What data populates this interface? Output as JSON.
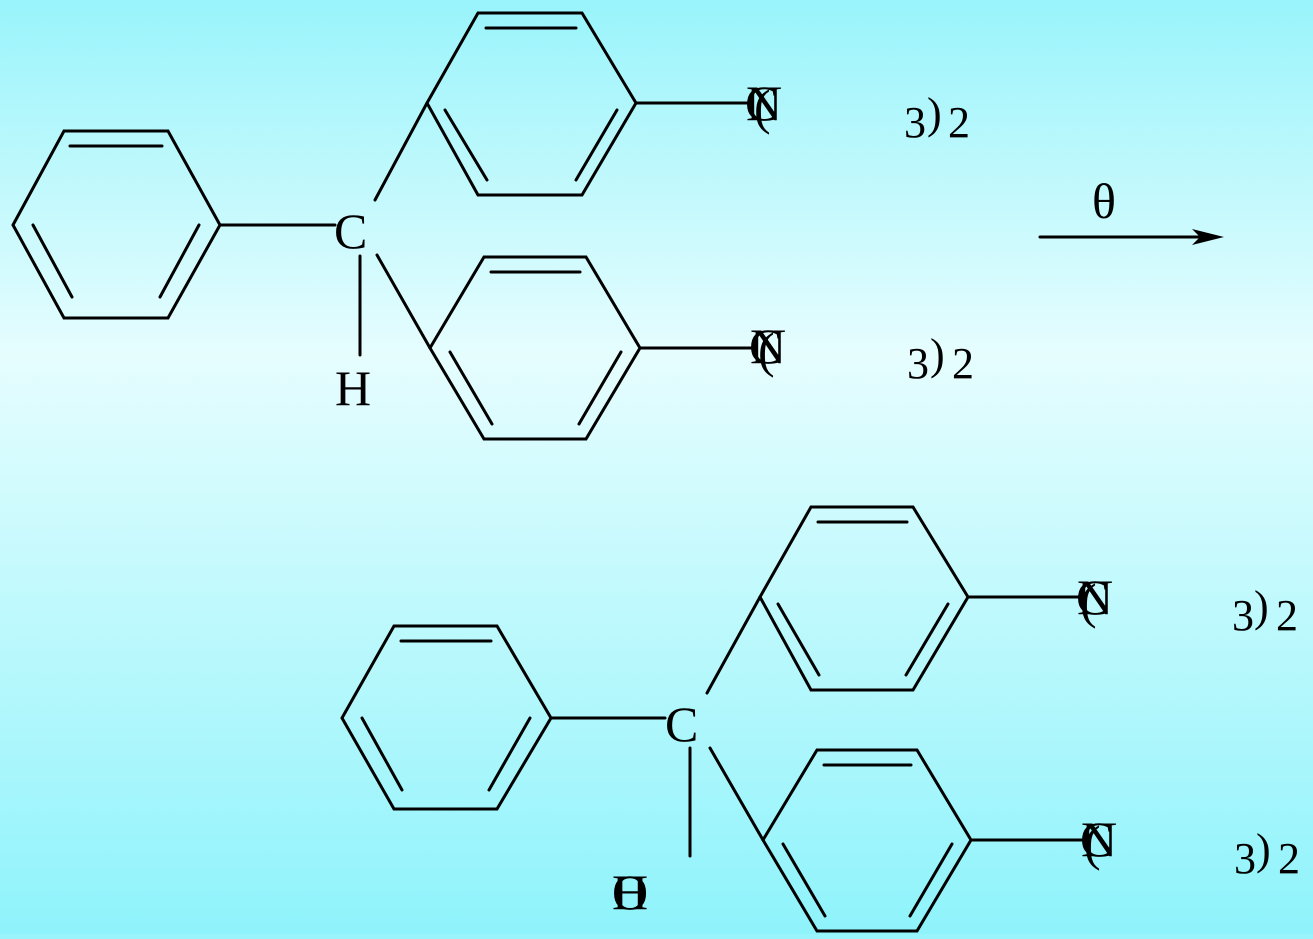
{
  "reactant": {
    "central_atom": "C",
    "h_atom": "H",
    "group_upper": {
      "atom": "N",
      "overlap": "C",
      "paren": "(",
      "subscript": "3",
      "close": ")",
      "count": "2"
    },
    "group_lower": {
      "atom": "N",
      "overlap": "C",
      "paren": "(",
      "subscript": "3",
      "close": ")",
      "count": "2"
    }
  },
  "reagent": {
    "label": "θ"
  },
  "product": {
    "central_atom": "C",
    "oh_atom": "O",
    "oh_overlap": "H",
    "group_upper": {
      "atom": "N",
      "overlap": "C",
      "paren": "(",
      "subscript": "3",
      "close": ")",
      "count": "2"
    },
    "group_lower": {
      "atom": "N",
      "overlap": "C",
      "paren": "(",
      "subscript": "3",
      "close": ")",
      "count": "2"
    }
  },
  "colors": {
    "background_top": "#99f4fb",
    "background_mid": "#e6fdfe",
    "background_bottom": "#8ff3fb",
    "ink": "#000000"
  }
}
